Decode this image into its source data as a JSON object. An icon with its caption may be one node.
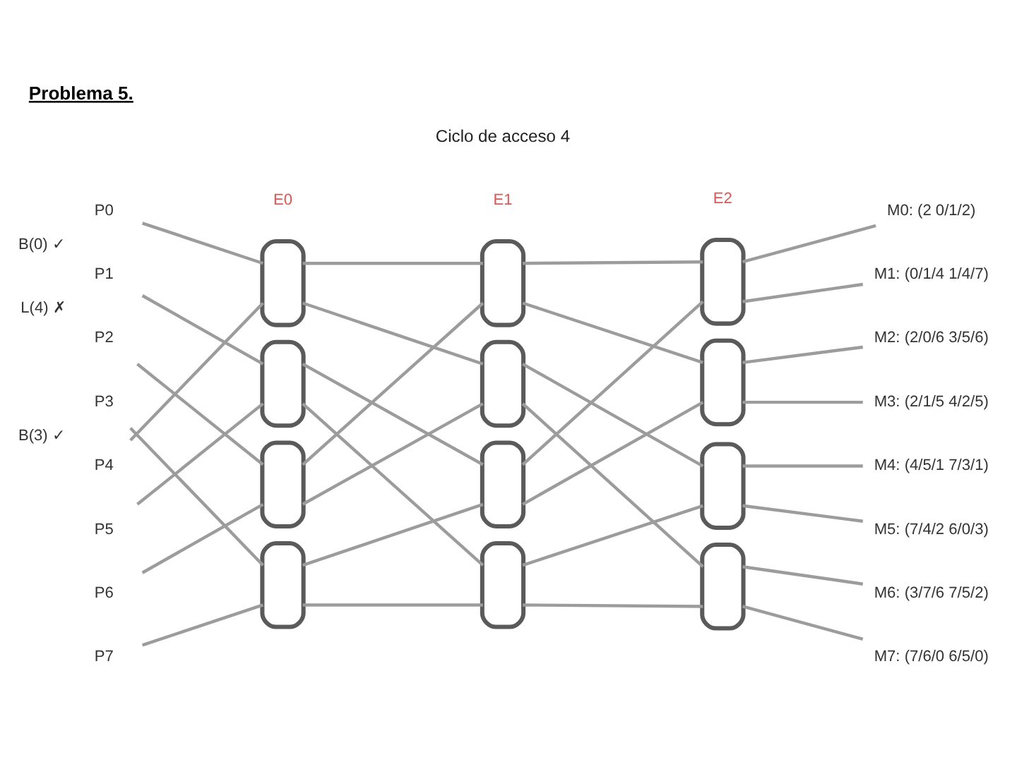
{
  "diagram": {
    "title": "Problema 5.",
    "nodes": [
      {
        "text": [
          "P0"
        ],
        "beside": [
          "B(0) ✓"
        ]
      },
      {
        "text": [
          "P1"
        ],
        "beside": [
          "L(4) ✗"
        ]
      },
      {
        "text": [
          "P2"
        ]
      },
      {
        "text": [
          "P3"
        ],
        "beside": [
          "B(3) ✓"
        ]
      },
      {
        "text": [
          "P4"
        ]
      },
      {
        "text": [
          "P5"
        ]
      },
      {
        "text": [
          "P6"
        ]
      },
      {
        "text": [
          "P7"
        ]
      },
      {
        "text": [],
        "shape": "box"
      },
      {
        "text": [],
        "shape": "box"
      },
      {
        "text": [],
        "shape": "box"
      },
      {
        "text": [],
        "shape": "box"
      },
      {
        "text": [],
        "shape": "box"
      },
      {
        "text": [],
        "shape": "box"
      },
      {
        "text": [],
        "shape": "box"
      },
      {
        "text": [],
        "shape": "box"
      },
      {
        "text": [],
        "shape": "box"
      },
      {
        "text": [],
        "shape": "box"
      },
      {
        "text": [],
        "shape": "box"
      },
      {
        "text": [],
        "shape": "box"
      },
      {
        "text": [
          "M0: (2 0/1/2)"
        ]
      },
      {
        "text": [
          "M1: (0/1/4 1/4/7)"
        ]
      },
      {
        "text": [
          "M2: (2/0/6 3/5/6)"
        ]
      },
      {
        "text": [
          "M3: (2/1/5 4/2/5)"
        ]
      },
      {
        "text": [
          "M4: (4/5/1 7/3/1)"
        ]
      },
      {
        "text": [
          "M5: (7/4/2 6/0/3)"
        ]
      },
      {
        "text": [
          "M6: (3/7/6 7/5/2)"
        ]
      },
      {
        "text": [
          "M7: (7/6/0 6/5/0)"
        ]
      }
    ],
    "edges": [
      {
        "from": 0,
        "to": 8,
        "arrow": "none"
      },
      {
        "from": 1,
        "to": 9,
        "arrow": "none"
      },
      {
        "from": 2,
        "to": 10,
        "arrow": "none"
      },
      {
        "from": 3,
        "to": 11,
        "arrow": "none"
      },
      {
        "from": 4,
        "to": 8,
        "arrow": "none"
      },
      {
        "from": 5,
        "to": 9,
        "arrow": "none"
      },
      {
        "from": 6,
        "to": 10,
        "arrow": "none"
      },
      {
        "from": 7,
        "to": 11,
        "arrow": "none"
      },
      {
        "from": 8,
        "to": 12,
        "arrow": "none"
      },
      {
        "from": 8,
        "to": 13,
        "arrow": "none"
      },
      {
        "from": 9,
        "to": 14,
        "arrow": "none"
      },
      {
        "from": 9,
        "to": 15,
        "arrow": "none"
      },
      {
        "from": 10,
        "to": 12,
        "arrow": "none"
      },
      {
        "from": 10,
        "to": 13,
        "arrow": "none"
      },
      {
        "from": 11,
        "to": 14,
        "arrow": "none"
      },
      {
        "from": 11,
        "to": 15,
        "arrow": "none"
      },
      {
        "from": 12,
        "to": 16,
        "arrow": "none"
      },
      {
        "from": 12,
        "to": 17,
        "arrow": "none"
      },
      {
        "from": 13,
        "to": 18,
        "arrow": "none"
      },
      {
        "from": 13,
        "to": 19,
        "arrow": "none"
      },
      {
        "from": 14,
        "to": 16,
        "arrow": "none"
      },
      {
        "from": 14,
        "to": 17,
        "arrow": "none"
      },
      {
        "from": 15,
        "to": 18,
        "arrow": "none"
      },
      {
        "from": 15,
        "to": 19,
        "arrow": "none"
      },
      {
        "from": 16,
        "to": 20,
        "arrow": "none"
      },
      {
        "from": 16,
        "to": 21,
        "arrow": "none"
      },
      {
        "from": 17,
        "to": 22,
        "arrow": "none"
      },
      {
        "from": 17,
        "to": 23,
        "arrow": "none"
      },
      {
        "from": 18,
        "to": 24,
        "arrow": "none"
      },
      {
        "from": 18,
        "to": 25,
        "arrow": "none"
      },
      {
        "from": 19,
        "to": 26,
        "arrow": "none"
      },
      {
        "from": 19,
        "to": 27,
        "arrow": "none"
      }
    ],
    "labels": [
      "Ciclo de acceso 4",
      "E0",
      "E1",
      "E2"
    ]
  }
}
